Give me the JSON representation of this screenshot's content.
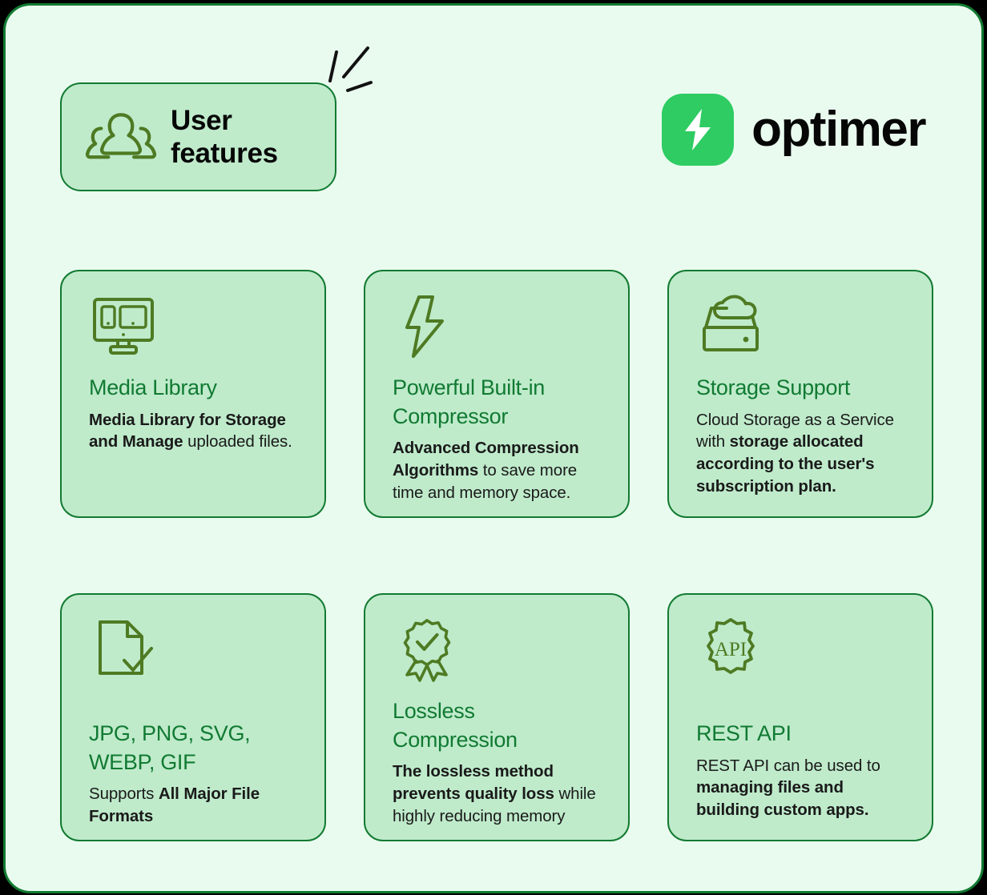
{
  "theme": {
    "page_background": "#000000",
    "panel_background": "#E9FBEF",
    "card_background": "#BFEBCB",
    "border_green": "#127A31",
    "title_green": "#117A32",
    "body_black": "#1A1A1A",
    "logo_green": "#2ECC62",
    "icon_olive": "#4E7A23"
  },
  "header": {
    "badge": {
      "icon": "users-group-icon",
      "title": "User\nfeatures"
    },
    "sparkle": "sparkle-lines-icon",
    "logo": {
      "mark_icon": "lightning-bolt-icon",
      "wordmark": "optimer"
    }
  },
  "cards": [
    {
      "icon": "monitor-devices-icon",
      "title": "Media Library",
      "body_segments": [
        {
          "text": "Media Library for Storage and Manage ",
          "bold": true
        },
        {
          "text": "uploaded files.",
          "bold": false
        }
      ]
    },
    {
      "icon": "lightning-bolt-outline-icon",
      "title": "Powerful Built-in Compressor",
      "body_segments": [
        {
          "text": "Advanced Compression Algorithms ",
          "bold": true
        },
        {
          "text": "to save more time and memory space.",
          "bold": false
        }
      ]
    },
    {
      "icon": "cloud-storage-icon",
      "title": "Storage Support",
      "body_segments": [
        {
          "text": "Cloud Storage as a Service with ",
          "bold": false
        },
        {
          "text": "storage allocated according to the user's subscription plan.",
          "bold": true
        }
      ]
    },
    {
      "icon": "document-check-icon",
      "title": "JPG, PNG, SVG, WEBP, GIF",
      "body_segments": [
        {
          "text": "Supports ",
          "bold": false
        },
        {
          "text": "All Major File Formats",
          "bold": true
        }
      ]
    },
    {
      "icon": "award-badge-check-icon",
      "title": "Lossless Compression",
      "body_segments": [
        {
          "text": "The lossless method prevents quality loss ",
          "bold": true
        },
        {
          "text": "while highly reducing memory",
          "bold": false
        }
      ]
    },
    {
      "icon": "api-gear-icon",
      "title": "REST API",
      "body_segments": [
        {
          "text": "REST API can be used to ",
          "bold": false
        },
        {
          "text": "managing files and building custom apps.",
          "bold": true
        }
      ]
    }
  ]
}
